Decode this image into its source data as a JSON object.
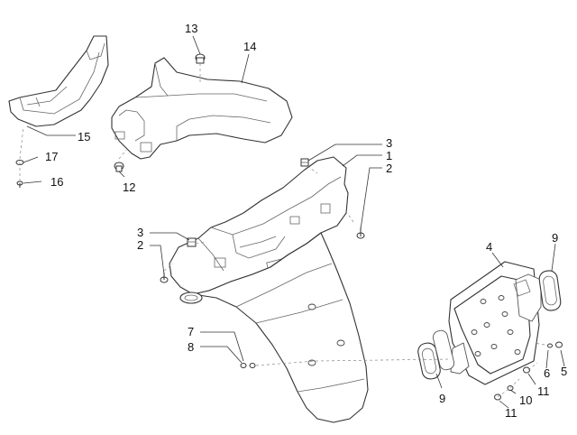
{
  "diagram": {
    "callouts": [
      "13",
      "14",
      "15",
      "17",
      "16",
      "12",
      "3",
      "1",
      "2",
      "3",
      "2",
      "4",
      "9",
      "7",
      "8",
      "6",
      "5",
      "11",
      "10",
      "11",
      "9"
    ]
  }
}
